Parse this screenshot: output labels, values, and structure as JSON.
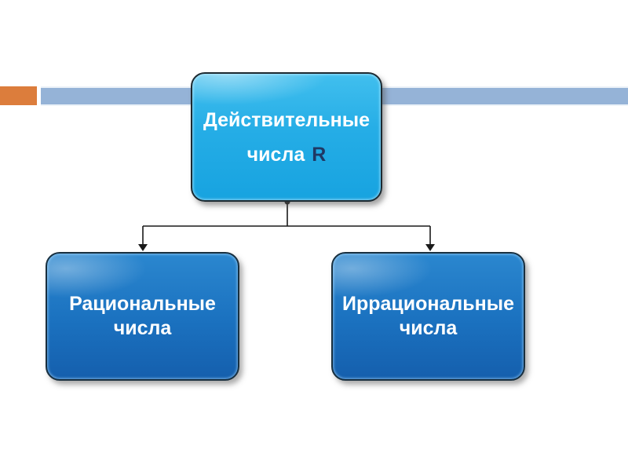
{
  "slide": {
    "background_color": "#ffffff",
    "top_bar": {
      "orange_accent_color": "#dc7d3c",
      "bar_color": "#95b3d7"
    },
    "diagram": {
      "connector_color": "#1a1a1a",
      "root_node": {
        "title_line1": "Действительные",
        "title_line2": "числа",
        "symbol": "R",
        "fill_color": "#25ade6",
        "text_color": "#ffffff",
        "symbol_color": "#1f3864"
      },
      "child_nodes": [
        {
          "title_line1": "Рациональные",
          "title_line2": "числа",
          "fill_color": "#1b72c0",
          "text_color": "#ffffff"
        },
        {
          "title_line1": "Иррациональные",
          "title_line2": "числа",
          "fill_color": "#1b72c0",
          "text_color": "#ffffff"
        }
      ]
    }
  }
}
